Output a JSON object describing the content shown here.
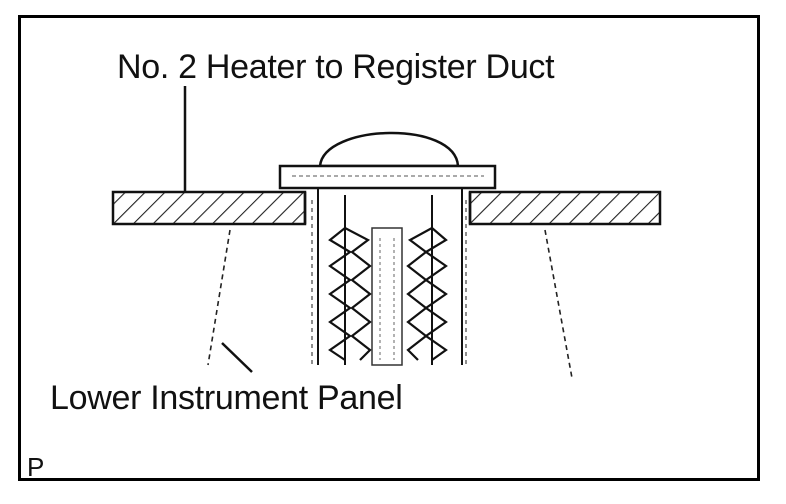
{
  "labels": {
    "duct": "No. 2 Heater to Register Duct",
    "panel": "Lower Instrument Panel",
    "reference": "P"
  },
  "colors": {
    "ink": "#111111",
    "background": "#ffffff"
  }
}
